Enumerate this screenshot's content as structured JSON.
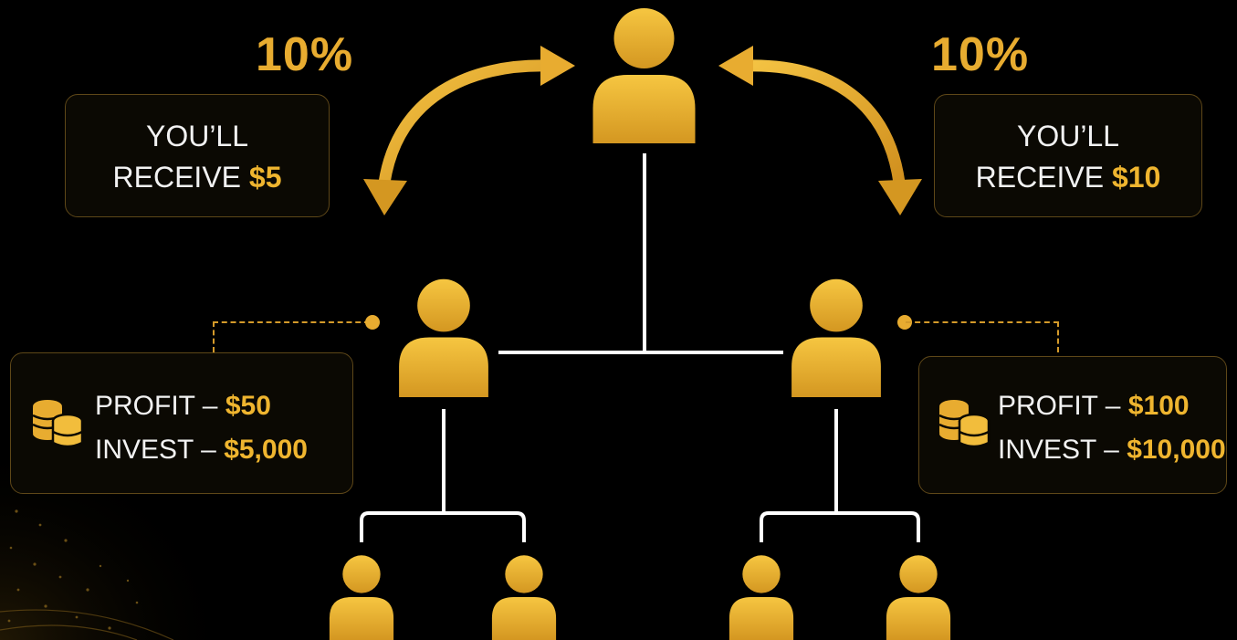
{
  "top_left": {
    "percent": "10%",
    "receive_line1": "YOU’LL",
    "receive_prefix": "RECEIVE",
    "receive_amount": "$5"
  },
  "top_right": {
    "percent": "10%",
    "receive_line1": "YOU’LL",
    "receive_prefix": "RECEIVE",
    "receive_amount": "$10"
  },
  "left_stats": {
    "profit_label": "PROFIT –",
    "profit_value": "$50",
    "invest_label": "INVEST –",
    "invest_value": "$5,000"
  },
  "right_stats": {
    "profit_label": "PROFIT –",
    "profit_value": "$100",
    "invest_label": "INVEST –",
    "invest_value": "$10,000"
  },
  "icons": {
    "person": "person-icon",
    "coins": "coins-icon",
    "arrow": "curved-arrow"
  },
  "colors": {
    "background": "#000000",
    "gold": "#e8ac30",
    "gold_dark": "#c28a1a",
    "line": "#ffffff",
    "text": "#f2f2f2"
  }
}
